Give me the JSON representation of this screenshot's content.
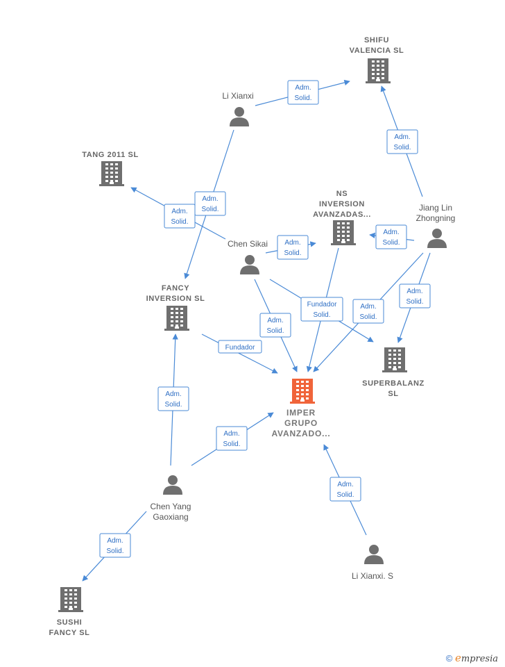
{
  "nodes": {
    "shifu": {
      "type": "company",
      "lines": [
        "SHIFU",
        "VALENCIA  SL"
      ]
    },
    "tang": {
      "type": "company",
      "lines": [
        "TANG 2011 SL"
      ]
    },
    "ns": {
      "type": "company",
      "lines": [
        "NS",
        "INVERSION",
        "AVANZADAS..."
      ]
    },
    "fancy": {
      "type": "company",
      "lines": [
        "FANCY",
        "INVERSION  SL"
      ]
    },
    "superbalanz": {
      "type": "company",
      "lines": [
        "SUPERBALANZ",
        "SL"
      ]
    },
    "imper": {
      "type": "focus",
      "lines": [
        "IMPER",
        "GRUPO",
        "AVANZADO..."
      ]
    },
    "sushi": {
      "type": "company",
      "lines": [
        "SUSHI",
        "FANCY  SL"
      ]
    },
    "li_xianxi": {
      "type": "person",
      "lines": [
        "Li Xianxi"
      ]
    },
    "chen_sikai": {
      "type": "person",
      "lines": [
        "Chen Sikai"
      ]
    },
    "jiang": {
      "type": "person",
      "lines": [
        "Jiang Lin",
        "Zhongning"
      ]
    },
    "chen_yang": {
      "type": "person",
      "lines": [
        "Chen Yang",
        "Gaoxiang"
      ]
    },
    "li_xianxi_s": {
      "type": "person",
      "lines": [
        "Li Xianxi.  S"
      ]
    }
  },
  "edges": [
    {
      "from": "li_xianxi",
      "to": "shifu",
      "label": [
        "Adm.",
        "Solid."
      ]
    },
    {
      "from": "jiang",
      "to": "shifu",
      "label": [
        "Adm.",
        "Solid."
      ]
    },
    {
      "from": "li_xianxi",
      "to": "fancy",
      "label": [
        "Adm.",
        "Solid."
      ]
    },
    {
      "from": "chen_sikai",
      "to": "tang",
      "label": [
        "Adm.",
        "Solid."
      ]
    },
    {
      "from": "chen_sikai",
      "to": "ns",
      "label": [
        "Adm.",
        "Solid."
      ]
    },
    {
      "from": "jiang",
      "to": "ns",
      "label": [
        "Adm.",
        "Solid."
      ]
    },
    {
      "from": "jiang",
      "to": "superbalanz",
      "label": [
        "Adm.",
        "Solid."
      ]
    },
    {
      "from": "jiang",
      "to": "imper",
      "label": [
        "Adm.",
        "Solid."
      ]
    },
    {
      "from": "chen_sikai",
      "to": "superbalanz",
      "label": [
        "Fundador",
        "Solid."
      ]
    },
    {
      "from": "chen_sikai",
      "to": "imper",
      "label": [
        "Adm.",
        "Solid."
      ]
    },
    {
      "from": "ns",
      "to": "imper",
      "label": []
    },
    {
      "from": "fancy",
      "to": "imper",
      "label": [
        "Fundador"
      ]
    },
    {
      "from": "chen_yang",
      "to": "fancy",
      "label": [
        "Adm.",
        "Solid."
      ]
    },
    {
      "from": "chen_yang",
      "to": "imper",
      "label": [
        "Adm.",
        "Solid."
      ]
    },
    {
      "from": "chen_yang",
      "to": "sushi",
      "label": [
        "Adm.",
        "Solid."
      ]
    },
    {
      "from": "li_xianxi_s",
      "to": "imper",
      "label": [
        "Adm.",
        "Solid."
      ]
    }
  ],
  "colors": {
    "edge": "#4a8ad6",
    "company_icon": "#6f6f6f",
    "person_icon": "#6f6f6f",
    "focus_icon": "#f0643a"
  },
  "icons": {
    "company": "building-icon",
    "person": "person-icon"
  },
  "footer": {
    "copyright_symbol": "©",
    "brand_initial": "e",
    "brand_rest": "mpresia"
  }
}
